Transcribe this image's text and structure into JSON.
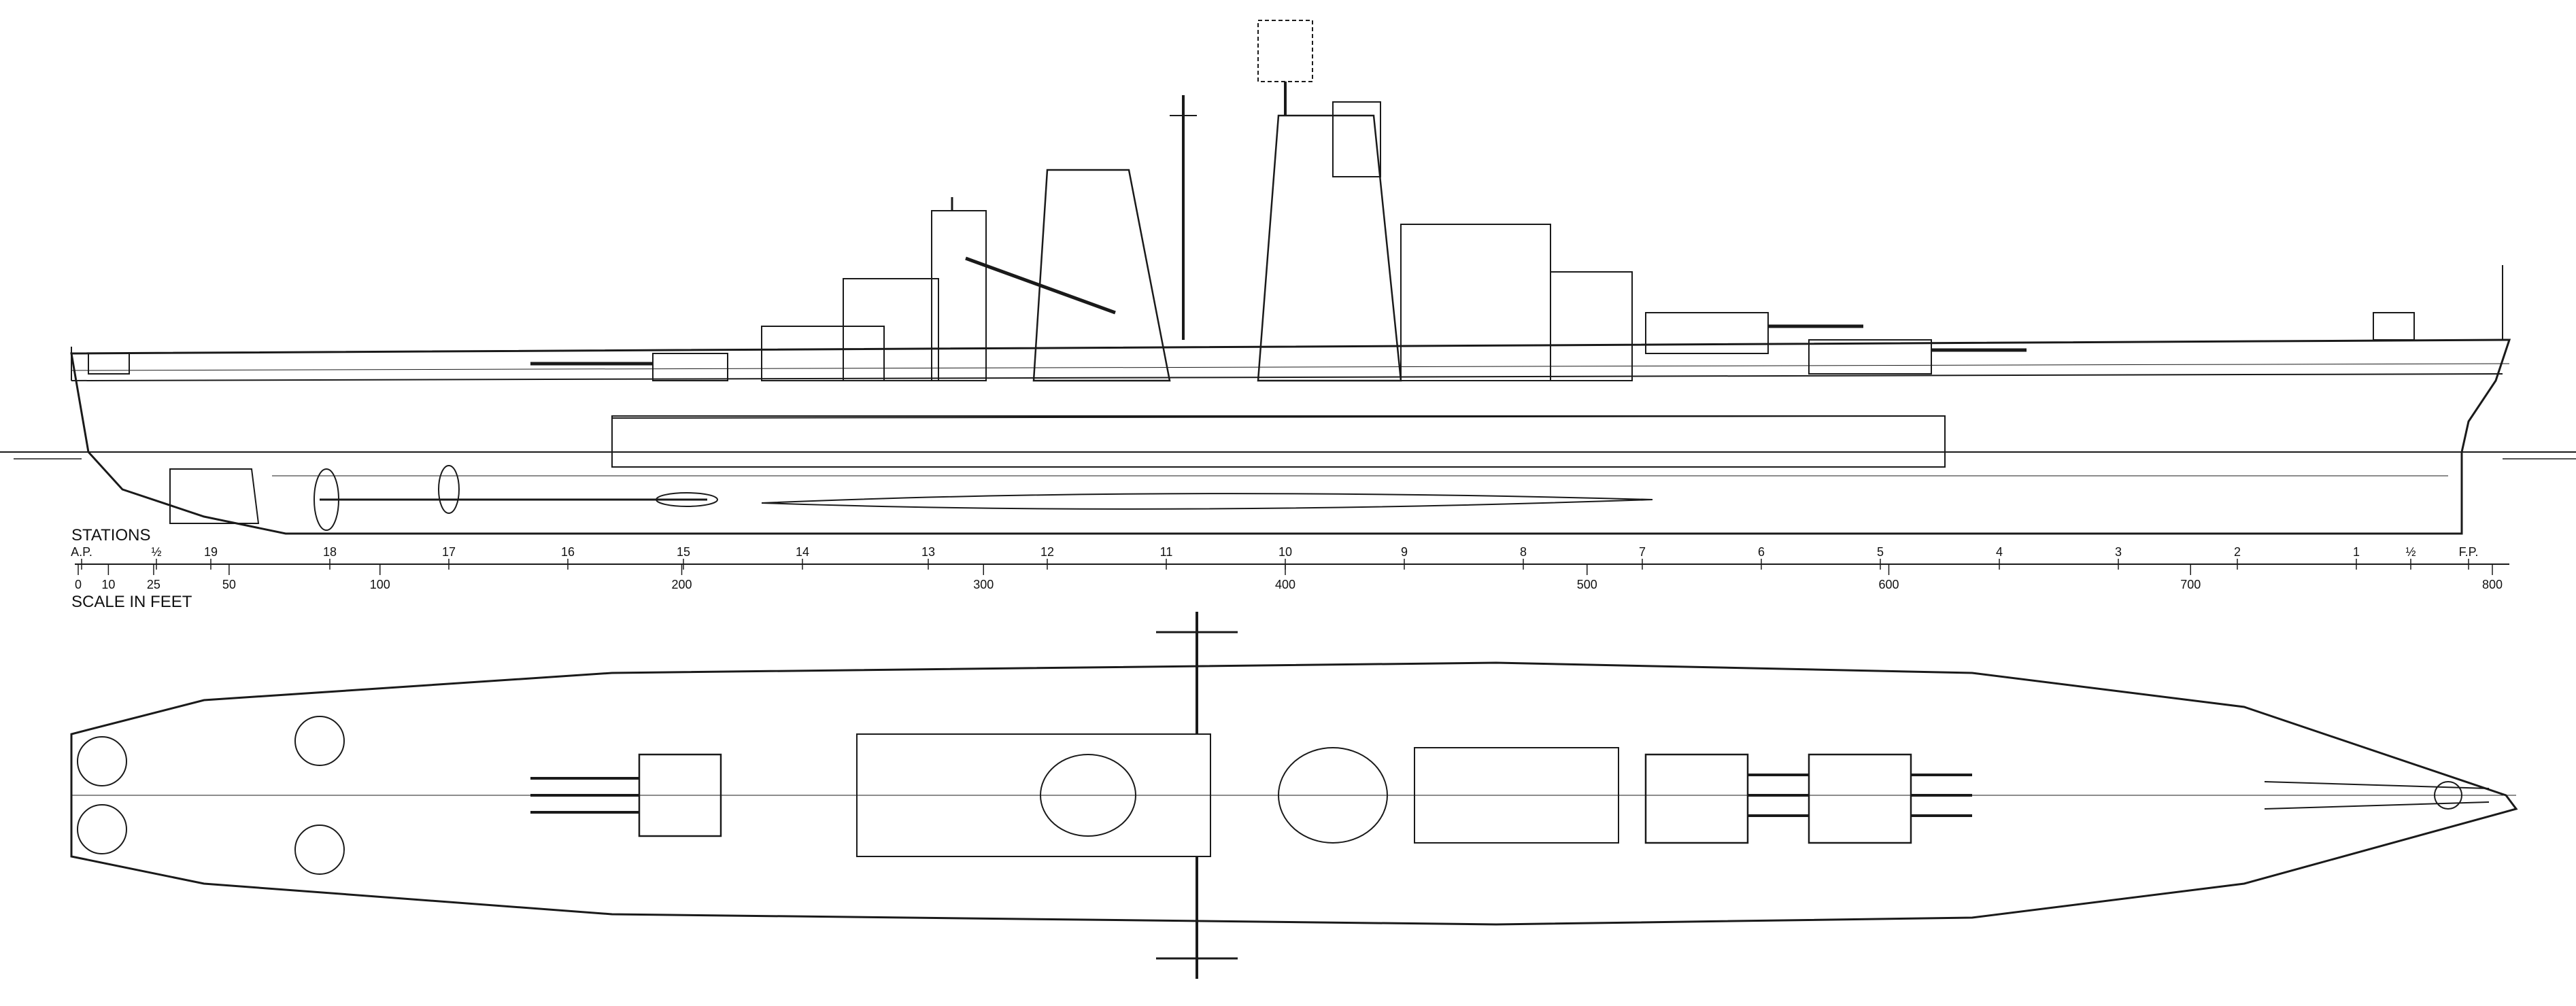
{
  "labels": {
    "stations": "STATIONS",
    "scale": "SCALE IN FEET"
  },
  "stations": [
    "A.P.",
    "½",
    "19",
    "18",
    "17",
    "16",
    "15",
    "14",
    "13",
    "12",
    "11",
    "10",
    "9",
    "8",
    "7",
    "6",
    "5",
    "4",
    "3",
    "2",
    "1",
    "½",
    "F.P."
  ],
  "scale_feet": [
    "0",
    "10",
    "25",
    "50",
    "100",
    "200",
    "300",
    "400",
    "500",
    "600",
    "700",
    "800"
  ],
  "colors": {
    "ink": "#1a1a1a",
    "hull_fill": "#efefef",
    "deck_fill": "#e9e9e9",
    "paper": "#ffffff"
  }
}
